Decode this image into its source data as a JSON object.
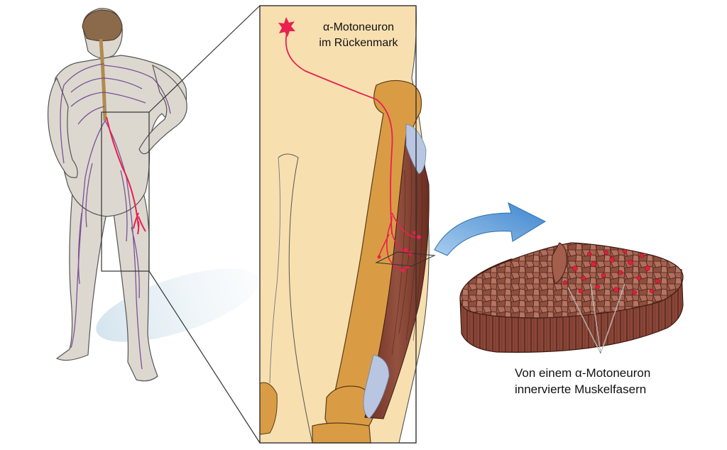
{
  "labels": {
    "motoneuron_line1": "α-Motoneuron",
    "motoneuron_line2": "im Rückenmark",
    "fibers_line1": "Von einem α-Motoneuron",
    "fibers_line2": "innervierte Muskelfasern"
  },
  "colors": {
    "skin": "#f7dfb0",
    "bone": "#d99c45",
    "muscle": "#7a3b2c",
    "nerve": "#e8214e",
    "nervous_system": "#6a3b8a",
    "arrow": "#4f94d6",
    "cross_section": "#8a4a3c",
    "innervated_fiber": "#e41d3a"
  }
}
